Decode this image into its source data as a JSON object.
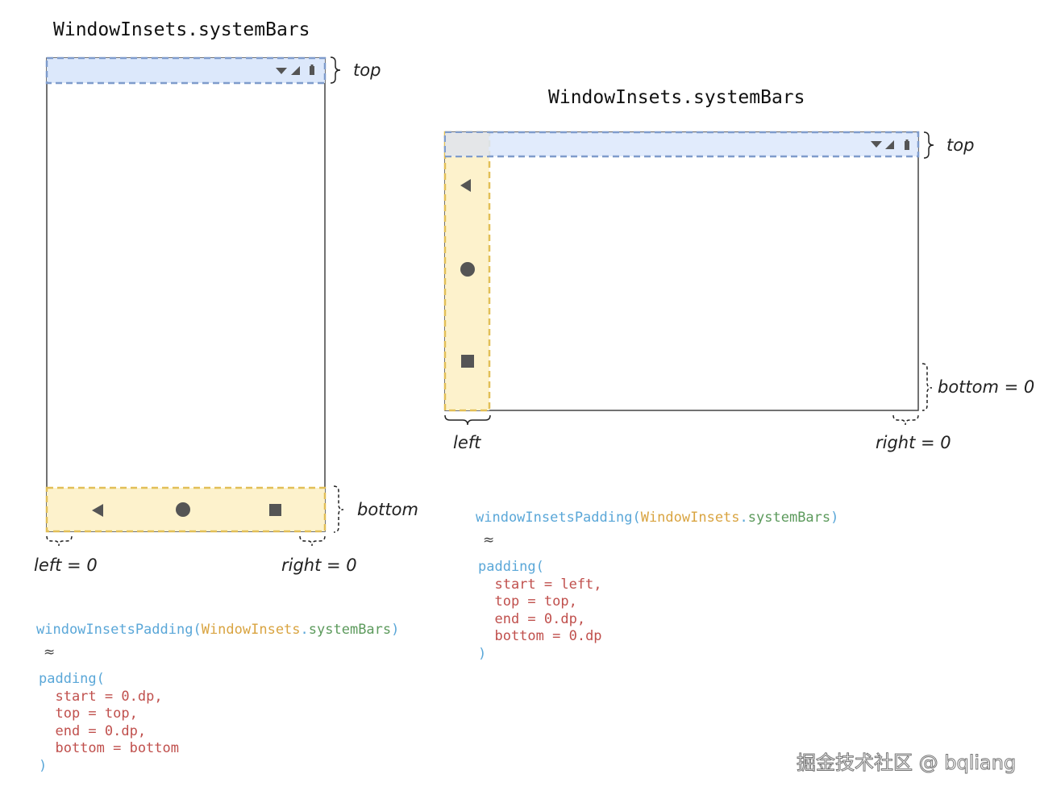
{
  "portrait": {
    "title": "WindowInsets.systemBars",
    "top_label": "top",
    "bottom_label": "bottom",
    "left_label": "left = 0",
    "right_label": "right = 0",
    "code": {
      "call_fn": "windowInsetsPadding(",
      "call_cls": "WindowInsets",
      "call_dot": ".",
      "call_prop": "systemBars",
      "call_close": ")",
      "approx": "≈",
      "padding_open": "padding(",
      "line_start": "  start = ",
      "line_start_val": "0.dp",
      "line_top": "  top = top,",
      "line_end": "  end = ",
      "line_end_val": "0.dp",
      "line_bottom": "  bottom = bottom",
      "padding_close": ")"
    }
  },
  "landscape": {
    "title": "WindowInsets.systemBars",
    "top_label": "top",
    "bottom_label": "bottom = 0",
    "left_label": "left",
    "right_label": "right = 0",
    "code": {
      "call_fn": "windowInsetsPadding(",
      "call_cls": "WindowInsets",
      "call_dot": ".",
      "call_prop": "systemBars",
      "call_close": ")",
      "approx": "≈",
      "padding_open": "padding(",
      "line_start": "  start = left,",
      "line_top": "  top = top,",
      "line_end": "  end = ",
      "line_end_val": "0.dp",
      "line_bottom": "  bottom = ",
      "line_bottom_val": "0.dp",
      "padding_close": ")"
    }
  },
  "watermark": "掘金技术社区 @ bqliang",
  "colors": {
    "status_fill": "#dce8fb",
    "status_stroke": "#7f9ccc",
    "nav_fill": "#fdf2cc",
    "nav_stroke": "#e2bf57",
    "icon": "#555555"
  }
}
